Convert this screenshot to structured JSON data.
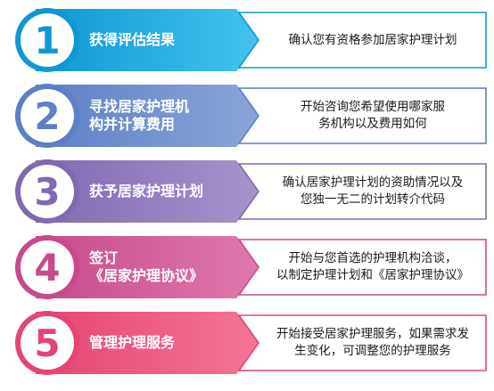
{
  "steps": [
    {
      "number": "1",
      "title": "获得评估结果",
      "description": "确认您有资格参加居家护理计划",
      "color_light": "#43c3ee",
      "color_dark": "#0f97d3"
    },
    {
      "number": "2",
      "title": "寻找居家护理机\n构并计算费用",
      "description": "开始咨询您希望使用哪家服\n务机构以及费用如何",
      "color_light": "#8ba5d9",
      "color_dark": "#5d7fc4"
    },
    {
      "number": "3",
      "title": "获予居家护理计划",
      "description": "确认居家护理计划的资助情况以及\n您独一无二的计划转介代码",
      "color_light": "#a794cc",
      "color_dark": "#8169b2"
    },
    {
      "number": "4",
      "title": "签订\n《居家护理协议》",
      "description": "开始与您首选的护理机构洽谈，\n以制定护理计划和《居家护理协议》",
      "color_light": "#df79ad",
      "color_dark": "#c74a8b"
    },
    {
      "number": "5",
      "title": "管理护理服务",
      "description": "开始接受居家护理服务，如果需求发\n生变化，可调整您的护理服务",
      "color_light": "#f47598",
      "color_dark": "#e54573"
    }
  ]
}
